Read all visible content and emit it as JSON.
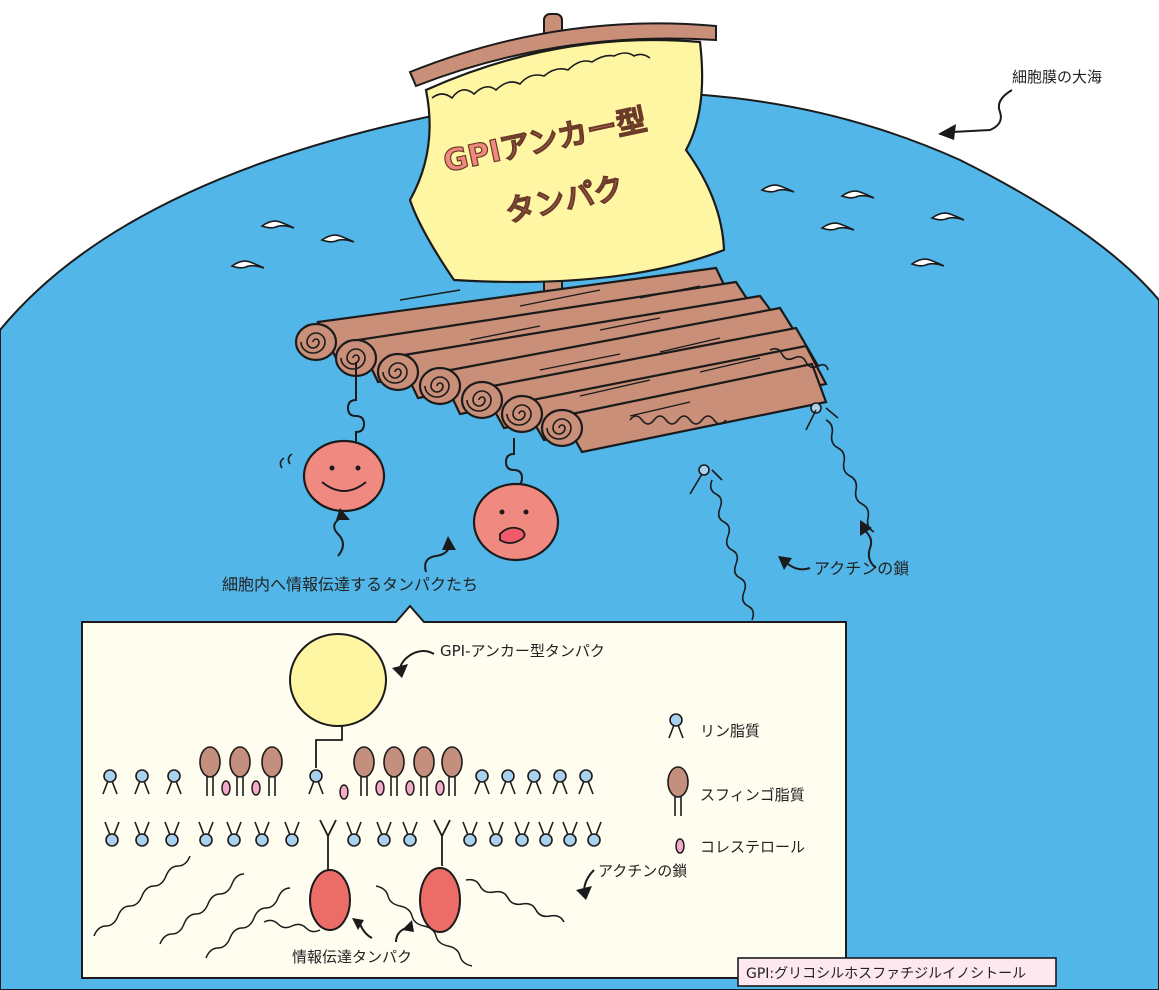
{
  "colors": {
    "ocean": "#52b6e8",
    "sail": "#fff6a4",
    "wood": "#c98f78",
    "protein": "#f08a80",
    "signal_protein": "#ec6c68",
    "lipid_head": "#a9d1ee",
    "sphingo": "#c48f7c",
    "cholesterol": "#f4a9c8",
    "panel": "#fffdf0",
    "glossary_bg": "#fde8f0"
  },
  "labels": {
    "membrane_sea": "細胞膜の大海",
    "sail_line1": "GPIアンカー型",
    "sail_line2": "タンパク",
    "signal_proteins": "細胞内へ情報伝達するタンパクたち",
    "actin_chain_top": "アクチンの鎖",
    "gpi_protein": "GPI-アンカー型タンパク",
    "actin_chain_panel": "アクチンの鎖",
    "signal_protein": "情報伝達タンパク"
  },
  "legend": [
    {
      "icon": "phospholipid-icon",
      "label": "リン脂質"
    },
    {
      "icon": "sphingolipid-icon",
      "label": "スフィンゴ脂質"
    },
    {
      "icon": "cholesterol-icon",
      "label": "コレステロール"
    }
  ],
  "glossary": "GPI:グリコシルホスファチジルイノシトール"
}
